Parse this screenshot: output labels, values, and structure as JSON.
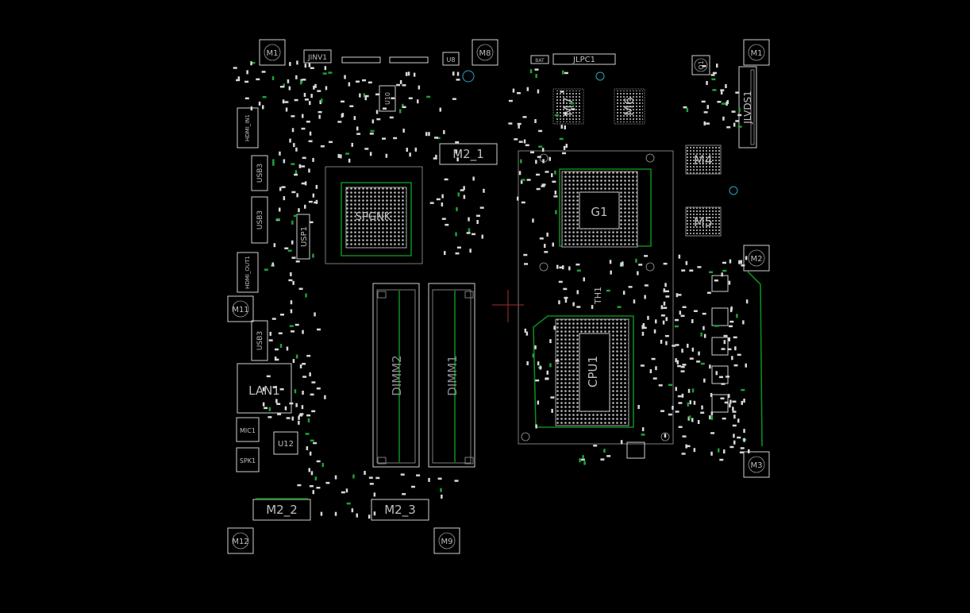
{
  "board": {
    "labels": {
      "m1_top": "M1",
      "m8": "M8",
      "u8": "U8",
      "jinv1": "JINV1",
      "jlpc1": "JLPC1",
      "bat": "BAT",
      "jlvds1": "JLVDS1",
      "q1": "Q1",
      "m1_right": "M1",
      "m7": "M7",
      "m6": "M6",
      "m4": "M4",
      "m5": "M5",
      "g1": "G1",
      "m2_1": "M2_1",
      "u10": "U10",
      "hdmi_in1": "HDMI_IN1",
      "usb3_1": "USB3",
      "usb3_2": "USB3",
      "usb3_3": "USB3",
      "hdmi_out1": "HDMI_OUT1",
      "m11": "M11",
      "m2_right": "M2",
      "lan1": "LAN1",
      "mic1": "MIC1",
      "spk1": "SPK1",
      "u12": "U12",
      "m2_2": "M2_2",
      "m12": "M12",
      "m2_3": "M2_3",
      "m9": "M9",
      "dimm2": "DIMM2",
      "dimm1": "DIMM1",
      "cpu1": "CPU1",
      "m3": "M3",
      "spgnk": "SPGNK",
      "th1": "TH1",
      "usp1": "USP1"
    }
  }
}
